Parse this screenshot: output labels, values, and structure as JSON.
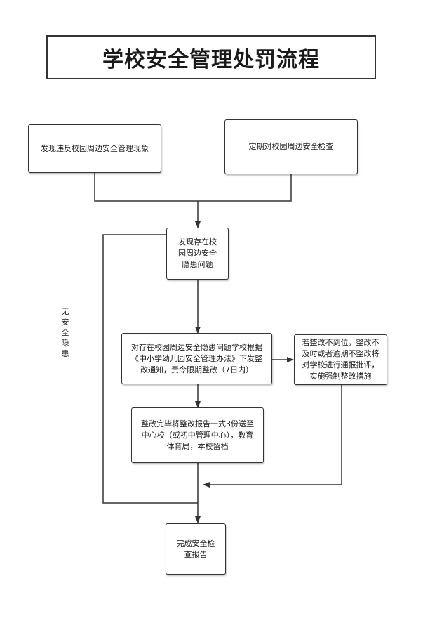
{
  "title": "学校安全管理处罚流程",
  "nodes": {
    "violation_found": "发现违反校园周边安全管理现象",
    "regular_check": "定期对校园周边安全检查",
    "hazard_found": "发现存在校园周边安全隐患问题",
    "rectify_notice": "对存在校园周边安全隐患问题学校根据《中小学幼儿园安全管理办法》下发整改通知，责令限期整改（7日内）",
    "enforcement": "若整改不到位，整改不及时或者逾期不整改将对学校进行通报批评，实施强制整改措施",
    "report_submit": "整改完毕将整改报告一式3份送至中心校（或初中管理中心），教育体育局，本校留档",
    "complete_report": "完成安全检查报告"
  },
  "side_label": "无安全隐患",
  "colors": {
    "stroke": "#333333",
    "text": "#1a1a1a"
  }
}
